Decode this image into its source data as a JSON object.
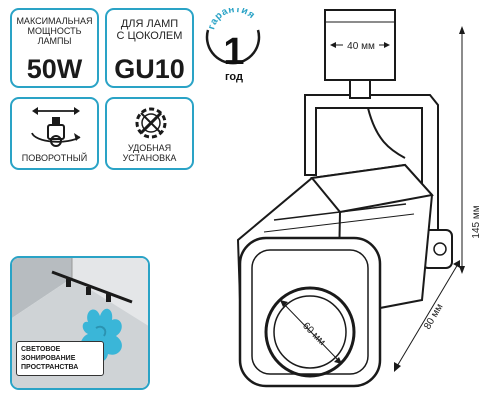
{
  "cards": {
    "power": {
      "caption": "МАКСИМАЛЬНАЯ МОЩНОСТЬ ЛАМПЫ",
      "caption_lines": [
        "МАКСИМАЛЬНАЯ",
        "МОЩНОСТЬ",
        "ЛАМПЫ"
      ],
      "value": "50W"
    },
    "base": {
      "caption_lines": [
        "ДЛЯ ЛАМП",
        "С ЦОКОЛЕМ"
      ],
      "value": "GU10"
    },
    "rotating": {
      "caption": "ПОВОРОТНЫЙ"
    },
    "install": {
      "caption_lines": [
        "УДОБНАЯ",
        "УСТАНОВКА"
      ]
    },
    "zoning": {
      "caption_lines": [
        "СВЕТОВОЕ",
        "ЗОНИРОВАНИЕ",
        "ПРОСТРАНСТВА"
      ]
    }
  },
  "warranty": {
    "label": "гарантия",
    "number": "1",
    "unit": "год"
  },
  "dimensions": {
    "adapter_width": "40 мм",
    "height": "145 мм",
    "head_width": "80 мм",
    "lens_diameter": "60 мм"
  },
  "colors": {
    "accent": "#2aa3c6",
    "stroke": "#1a1a1a",
    "light": "#3ab6d8"
  },
  "icons": [
    "rotate-icon",
    "tools-gear-icon",
    "warranty-badge-icon"
  ]
}
